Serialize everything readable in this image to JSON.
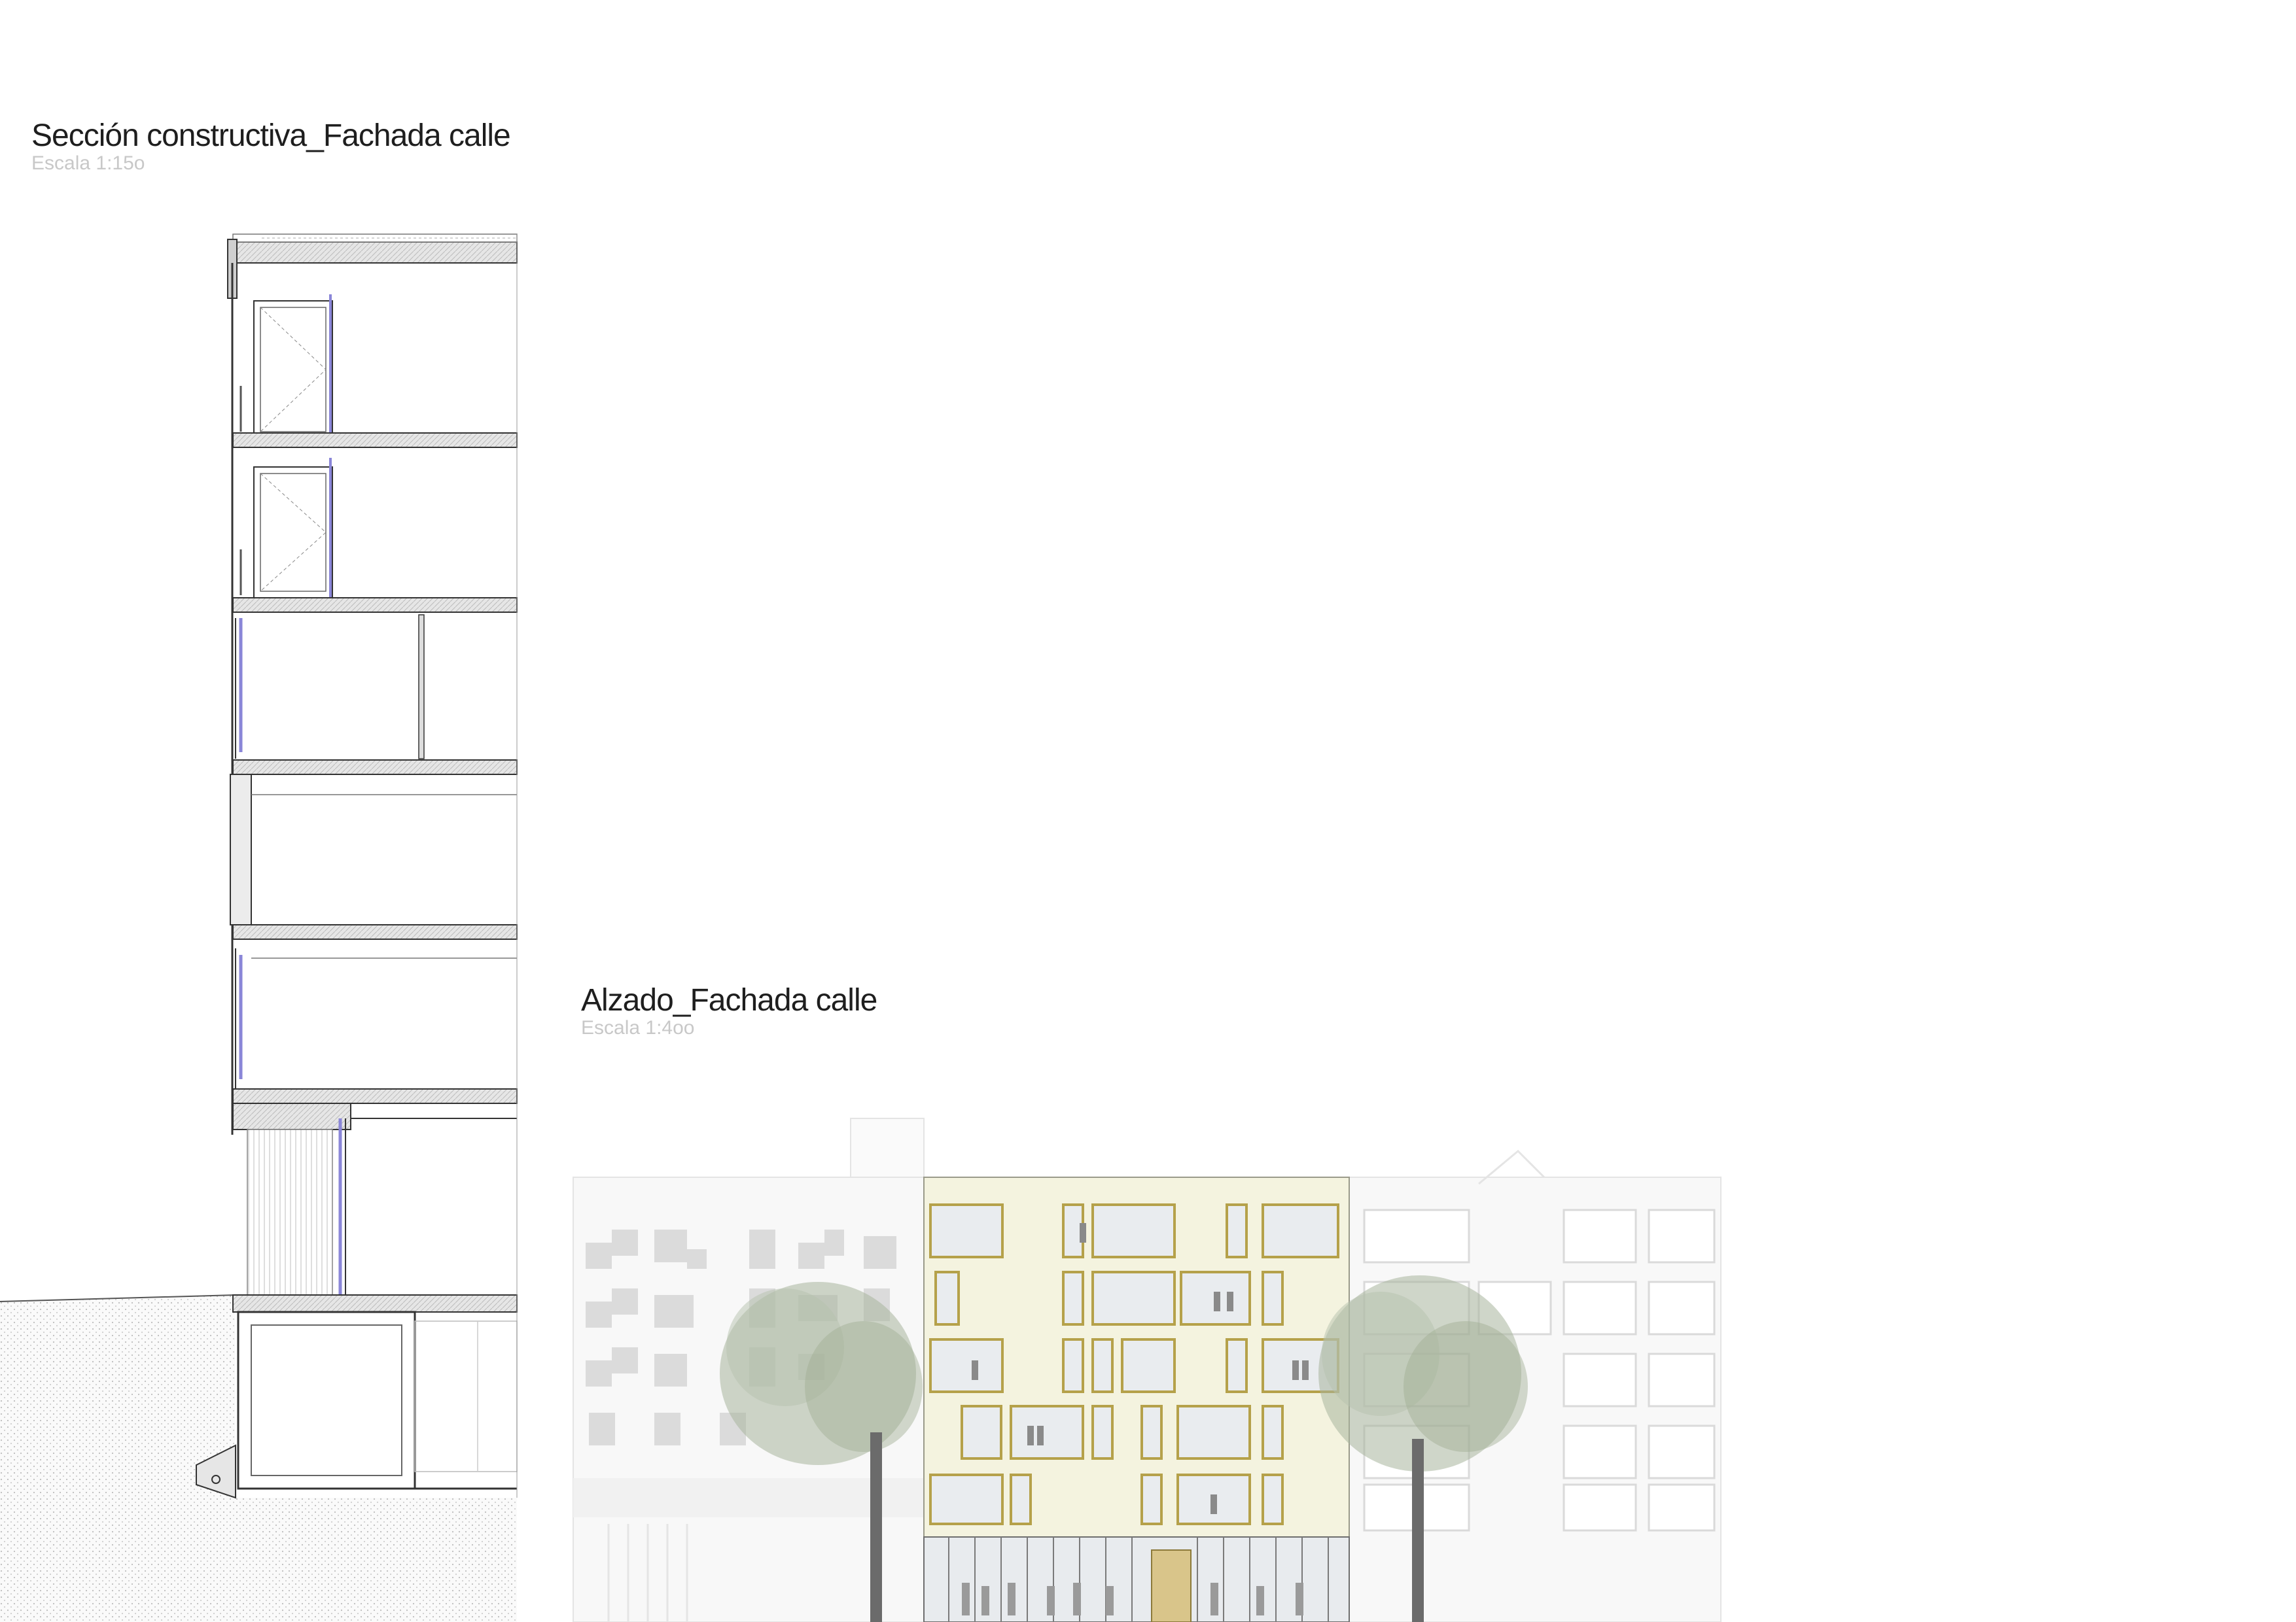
{
  "section": {
    "title": "Sección constructiva_Fachada calle",
    "scale": "Escala 1:15o"
  },
  "elevation": {
    "title": "Alzado_Fachada calle",
    "scale": "Escala 1:4oo"
  },
  "colors": {
    "ink": "#3a3a3a",
    "glazing": "#8a86d8",
    "main_facade": "#f4f3df",
    "window_frame": "#b5a14a",
    "neighbour": "#ececec",
    "tree": "#a7b59c"
  }
}
